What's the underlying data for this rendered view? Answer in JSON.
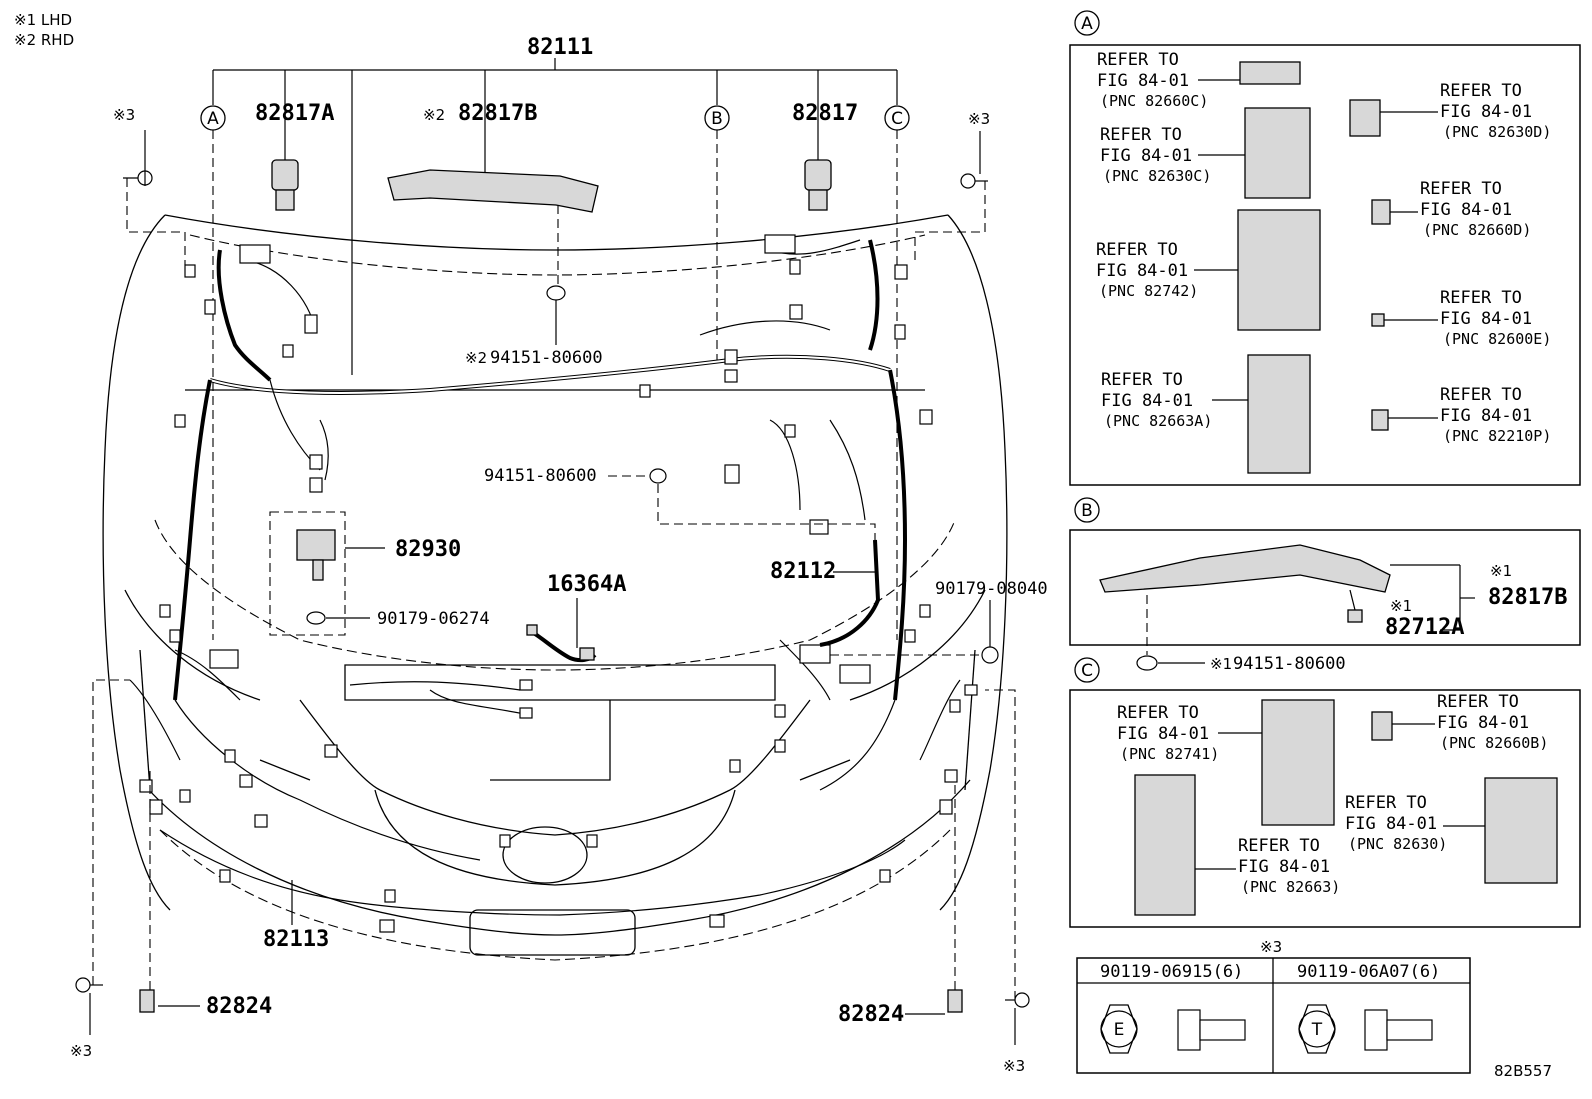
{
  "notes": {
    "lhd": "※1 LHD",
    "rhd": "※2 RHD"
  },
  "parts": {
    "main_harness": "82111",
    "p82817A": "82817A",
    "p82817B_note": "※2",
    "p82817B": "82817B",
    "p82817": "82817",
    "clip_note": "※2",
    "clip_top": "94151-80600",
    "clip_mid": "94151-80600",
    "relay": "82930",
    "clip_relay": "90179-06274",
    "sensor": "16364A",
    "harness_82112": "82112",
    "clip_right": "90179-08040",
    "harness_82113": "82113",
    "bracket_left": "82824",
    "bracket_right": "82824",
    "bolt_note": "※3",
    "drawing_id": "82B557"
  },
  "callouts": {
    "a": "A",
    "b": "B",
    "c": "C"
  },
  "panel_a": {
    "items": [
      {
        "l1": "REFER TO",
        "l2": "FIG 84-01",
        "pnc": "(PNC 82660C)"
      },
      {
        "l1": "REFER TO",
        "l2": "FIG 84-01",
        "pnc": "(PNC 82630D)"
      },
      {
        "l1": "REFER TO",
        "l2": "FIG 84-01",
        "pnc": "(PNC 82630C)"
      },
      {
        "l1": "REFER TO",
        "l2": "FIG 84-01",
        "pnc": "(PNC 82660D)"
      },
      {
        "l1": "REFER TO",
        "l2": "FIG 84-01",
        "pnc": "(PNC 82742)"
      },
      {
        "l1": "REFER TO",
        "l2": "FIG 84-01",
        "pnc": "(PNC 82600E)"
      },
      {
        "l1": "REFER TO",
        "l2": "FIG 84-01",
        "pnc": "(PNC 82663A)"
      },
      {
        "l1": "REFER TO",
        "l2": "FIG 84-01",
        "pnc": "(PNC 82210P)"
      }
    ]
  },
  "panel_b": {
    "note1": "※1",
    "part1": "82817B",
    "note2": "※1",
    "part2": "82712A",
    "note3": "※1",
    "clip": "94151-80600"
  },
  "panel_c": {
    "items": [
      {
        "l1": "REFER TO",
        "l2": "FIG 84-01",
        "pnc": "(PNC 82741)"
      },
      {
        "l1": "REFER TO",
        "l2": "FIG 84-01",
        "pnc": "(PNC 82660B)"
      },
      {
        "l1": "REFER TO",
        "l2": "FIG 84-01",
        "pnc": "(PNC 82630)"
      },
      {
        "l1": "REFER TO",
        "l2": "FIG 84-01",
        "pnc": "(PNC 82663)"
      }
    ]
  },
  "bolt_table": {
    "note": "※3",
    "col1": "90119-06915(6)",
    "col2": "90119-06A07(6)",
    "mark1": "E",
    "mark2": "T"
  }
}
